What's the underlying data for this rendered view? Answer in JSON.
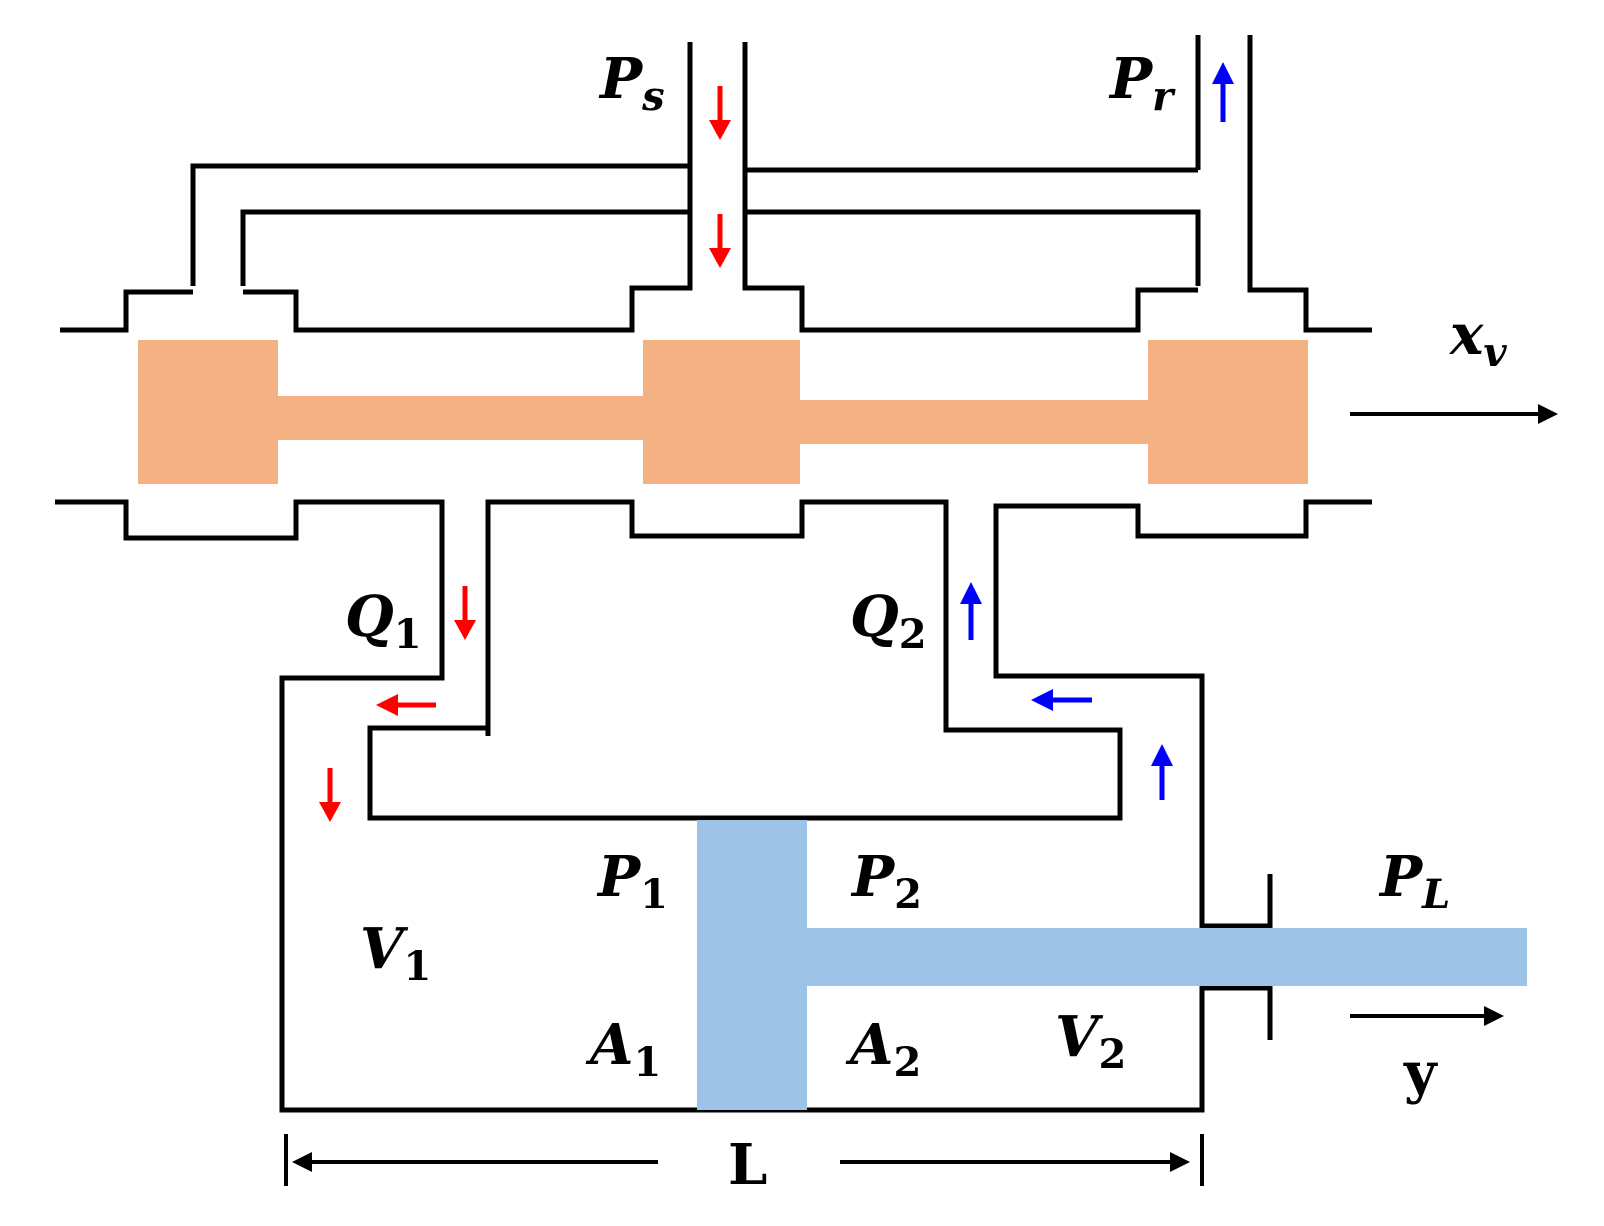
{
  "labels": {
    "supply_pressure": {
      "main": "P",
      "sub": "s"
    },
    "return_pressure": {
      "main": "P",
      "sub": "r"
    },
    "spool_displacement": {
      "main": "x",
      "sub": "v"
    },
    "flow_1": {
      "main": "Q",
      "sub": "1"
    },
    "flow_2": {
      "main": "Q",
      "sub": "2"
    },
    "pressure_1": {
      "main": "P",
      "sub": "1"
    },
    "pressure_2": {
      "main": "P",
      "sub": "2"
    },
    "load_pressure": {
      "main": "P",
      "sub": "L"
    },
    "volume_1": {
      "main": "V",
      "sub": "1"
    },
    "volume_2": {
      "main": "V",
      "sub": "2"
    },
    "area_1": {
      "main": "A",
      "sub": "1"
    },
    "area_2": {
      "main": "A",
      "sub": "2"
    },
    "piston_displacement": "y",
    "cylinder_length": "L"
  },
  "colors": {
    "spool": "#F4B183",
    "piston": "#9DC3E6",
    "supply_flow_arrow": "#FF0000",
    "return_flow_arrow": "#0000FF",
    "line": "#000000"
  },
  "icons": {
    "supply_arrow": "arrow-down-icon",
    "return_arrow": "arrow-up-icon"
  }
}
